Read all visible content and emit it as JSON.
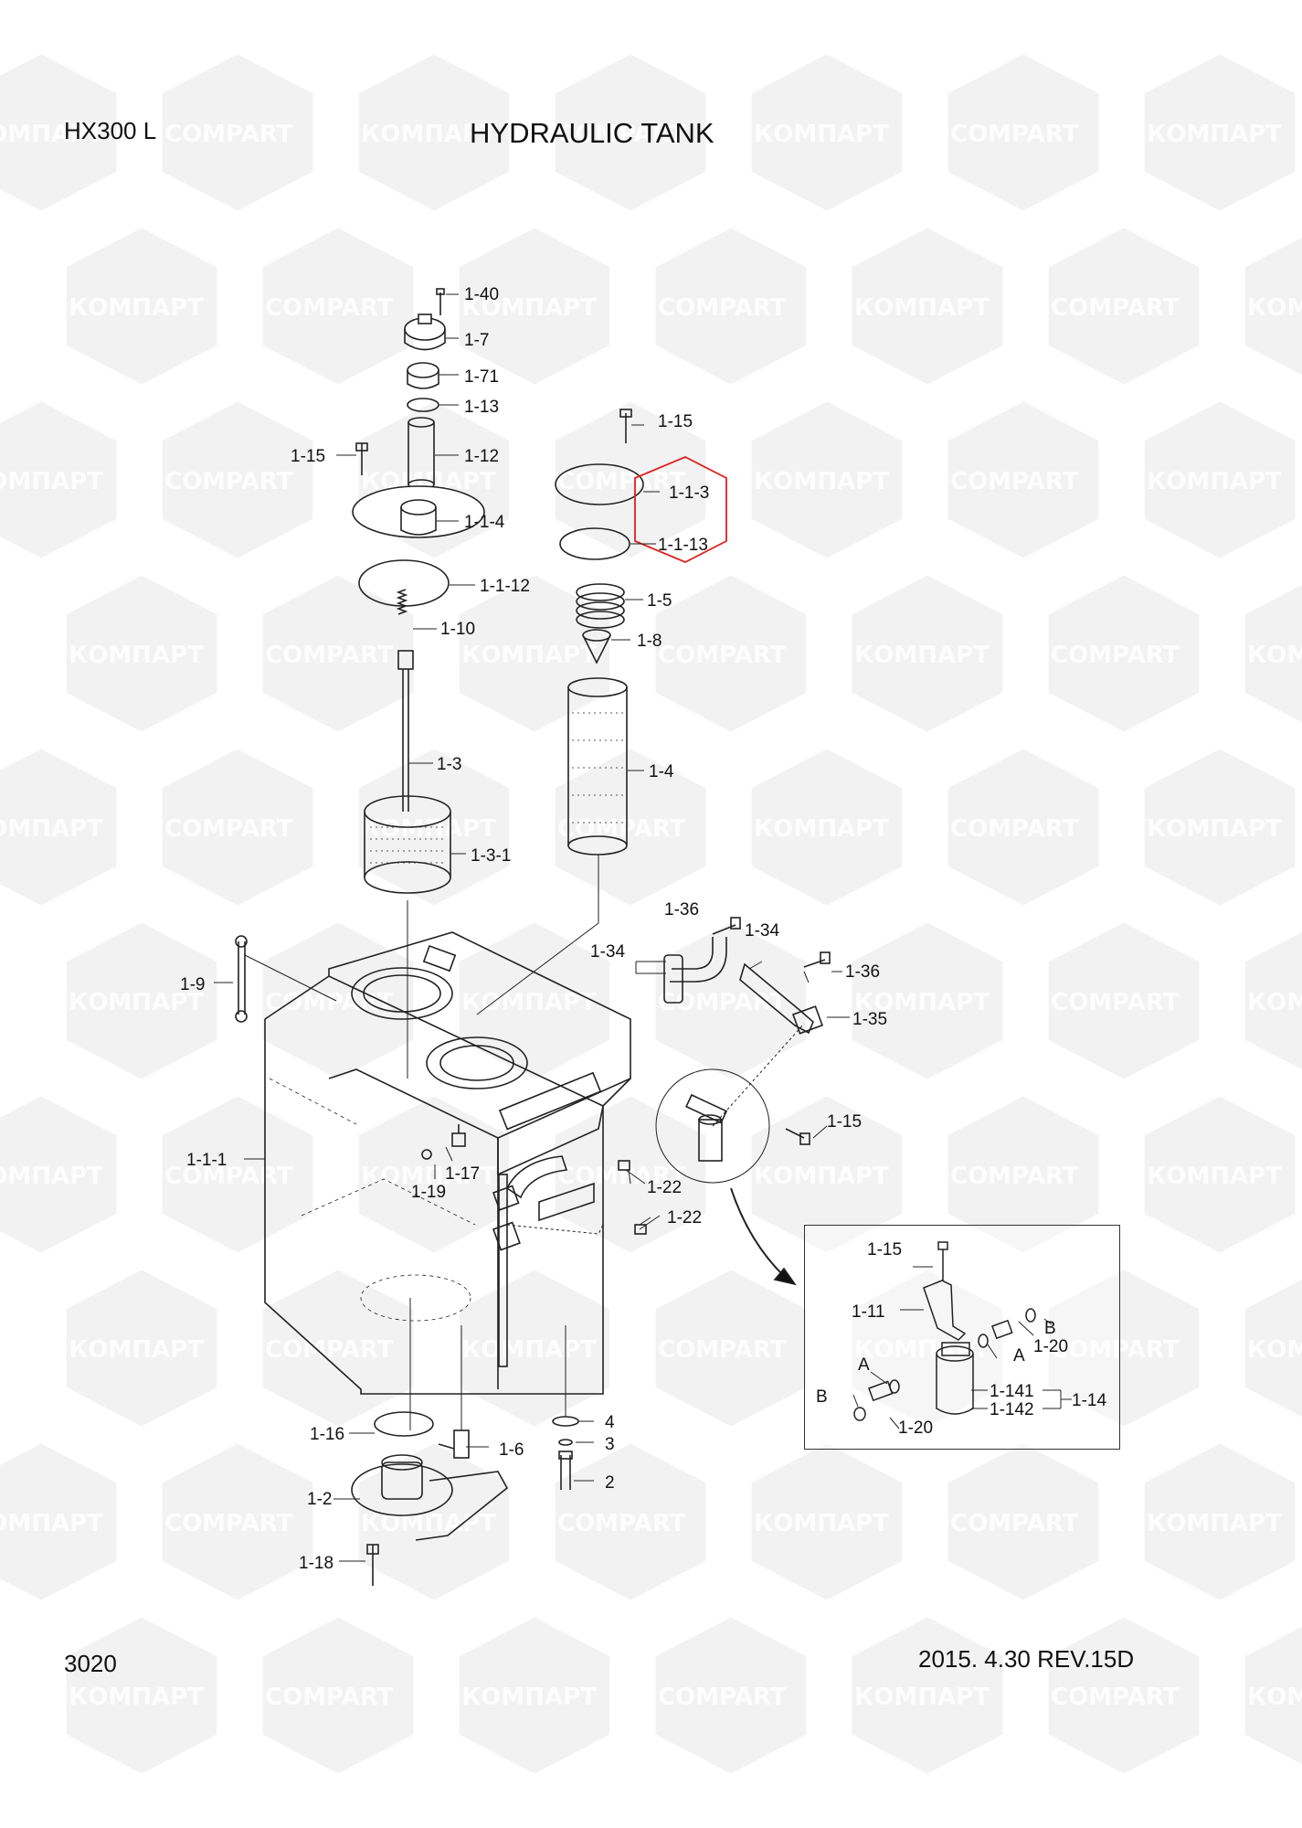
{
  "header": {
    "model": "HX300 L",
    "title": "HYDRAULIC TANK"
  },
  "footer": {
    "page_number": "3020",
    "date_rev": "2015. 4.30  REV.15D"
  },
  "watermark": {
    "text_latin": "COMPART",
    "text_cyrillic": "КОМПАРТ",
    "color": "#d9d9d9"
  },
  "highlight_color": "#e02020",
  "callouts": {
    "c1_40": "1-40",
    "c1_7": "1-7",
    "c1_71": "1-71",
    "c1_13": "1-13",
    "c1_12": "1-12",
    "c1_15_left": "1-15",
    "c1_1_4": "1-1-4",
    "c1_1_12": "1-1-12",
    "c1_10": "1-10",
    "c1_3": "1-3",
    "c1_3_1": "1-3-1",
    "c1_15_top": "1-15",
    "c1_1_3": "1-1-3",
    "c1_1_13": "1-1-13",
    "c1_5": "1-5",
    "c1_8": "1-8",
    "c1_4": "1-4",
    "c1_36_a": "1-36",
    "c1_34_a": "1-34",
    "c1_34_b": "1-34",
    "c1_36_b": "1-36",
    "c1_35": "1-35",
    "c1_9": "1-9",
    "c1_15_mid": "1-15",
    "c1_1_1": "1-1-1",
    "c1_17": "1-17",
    "c1_19": "1-19",
    "c1_22_a": "1-22",
    "c1_22_b": "1-22",
    "c1_16": "1-16",
    "c1_6": "1-6",
    "c1_2": "1-2",
    "c1_18": "1-18",
    "c4": "4",
    "c3": "3",
    "c2": "2",
    "inset_1_15": "1-15",
    "inset_1_11": "1-11",
    "inset_B_r": "B",
    "inset_A_r": "A",
    "inset_1_20_r": "1-20",
    "inset_A_l": "A",
    "inset_1_141": "1-141",
    "inset_1_14": "1-14",
    "inset_B_l": "B",
    "inset_1_142": "1-142",
    "inset_1_20_l": "1-20"
  }
}
